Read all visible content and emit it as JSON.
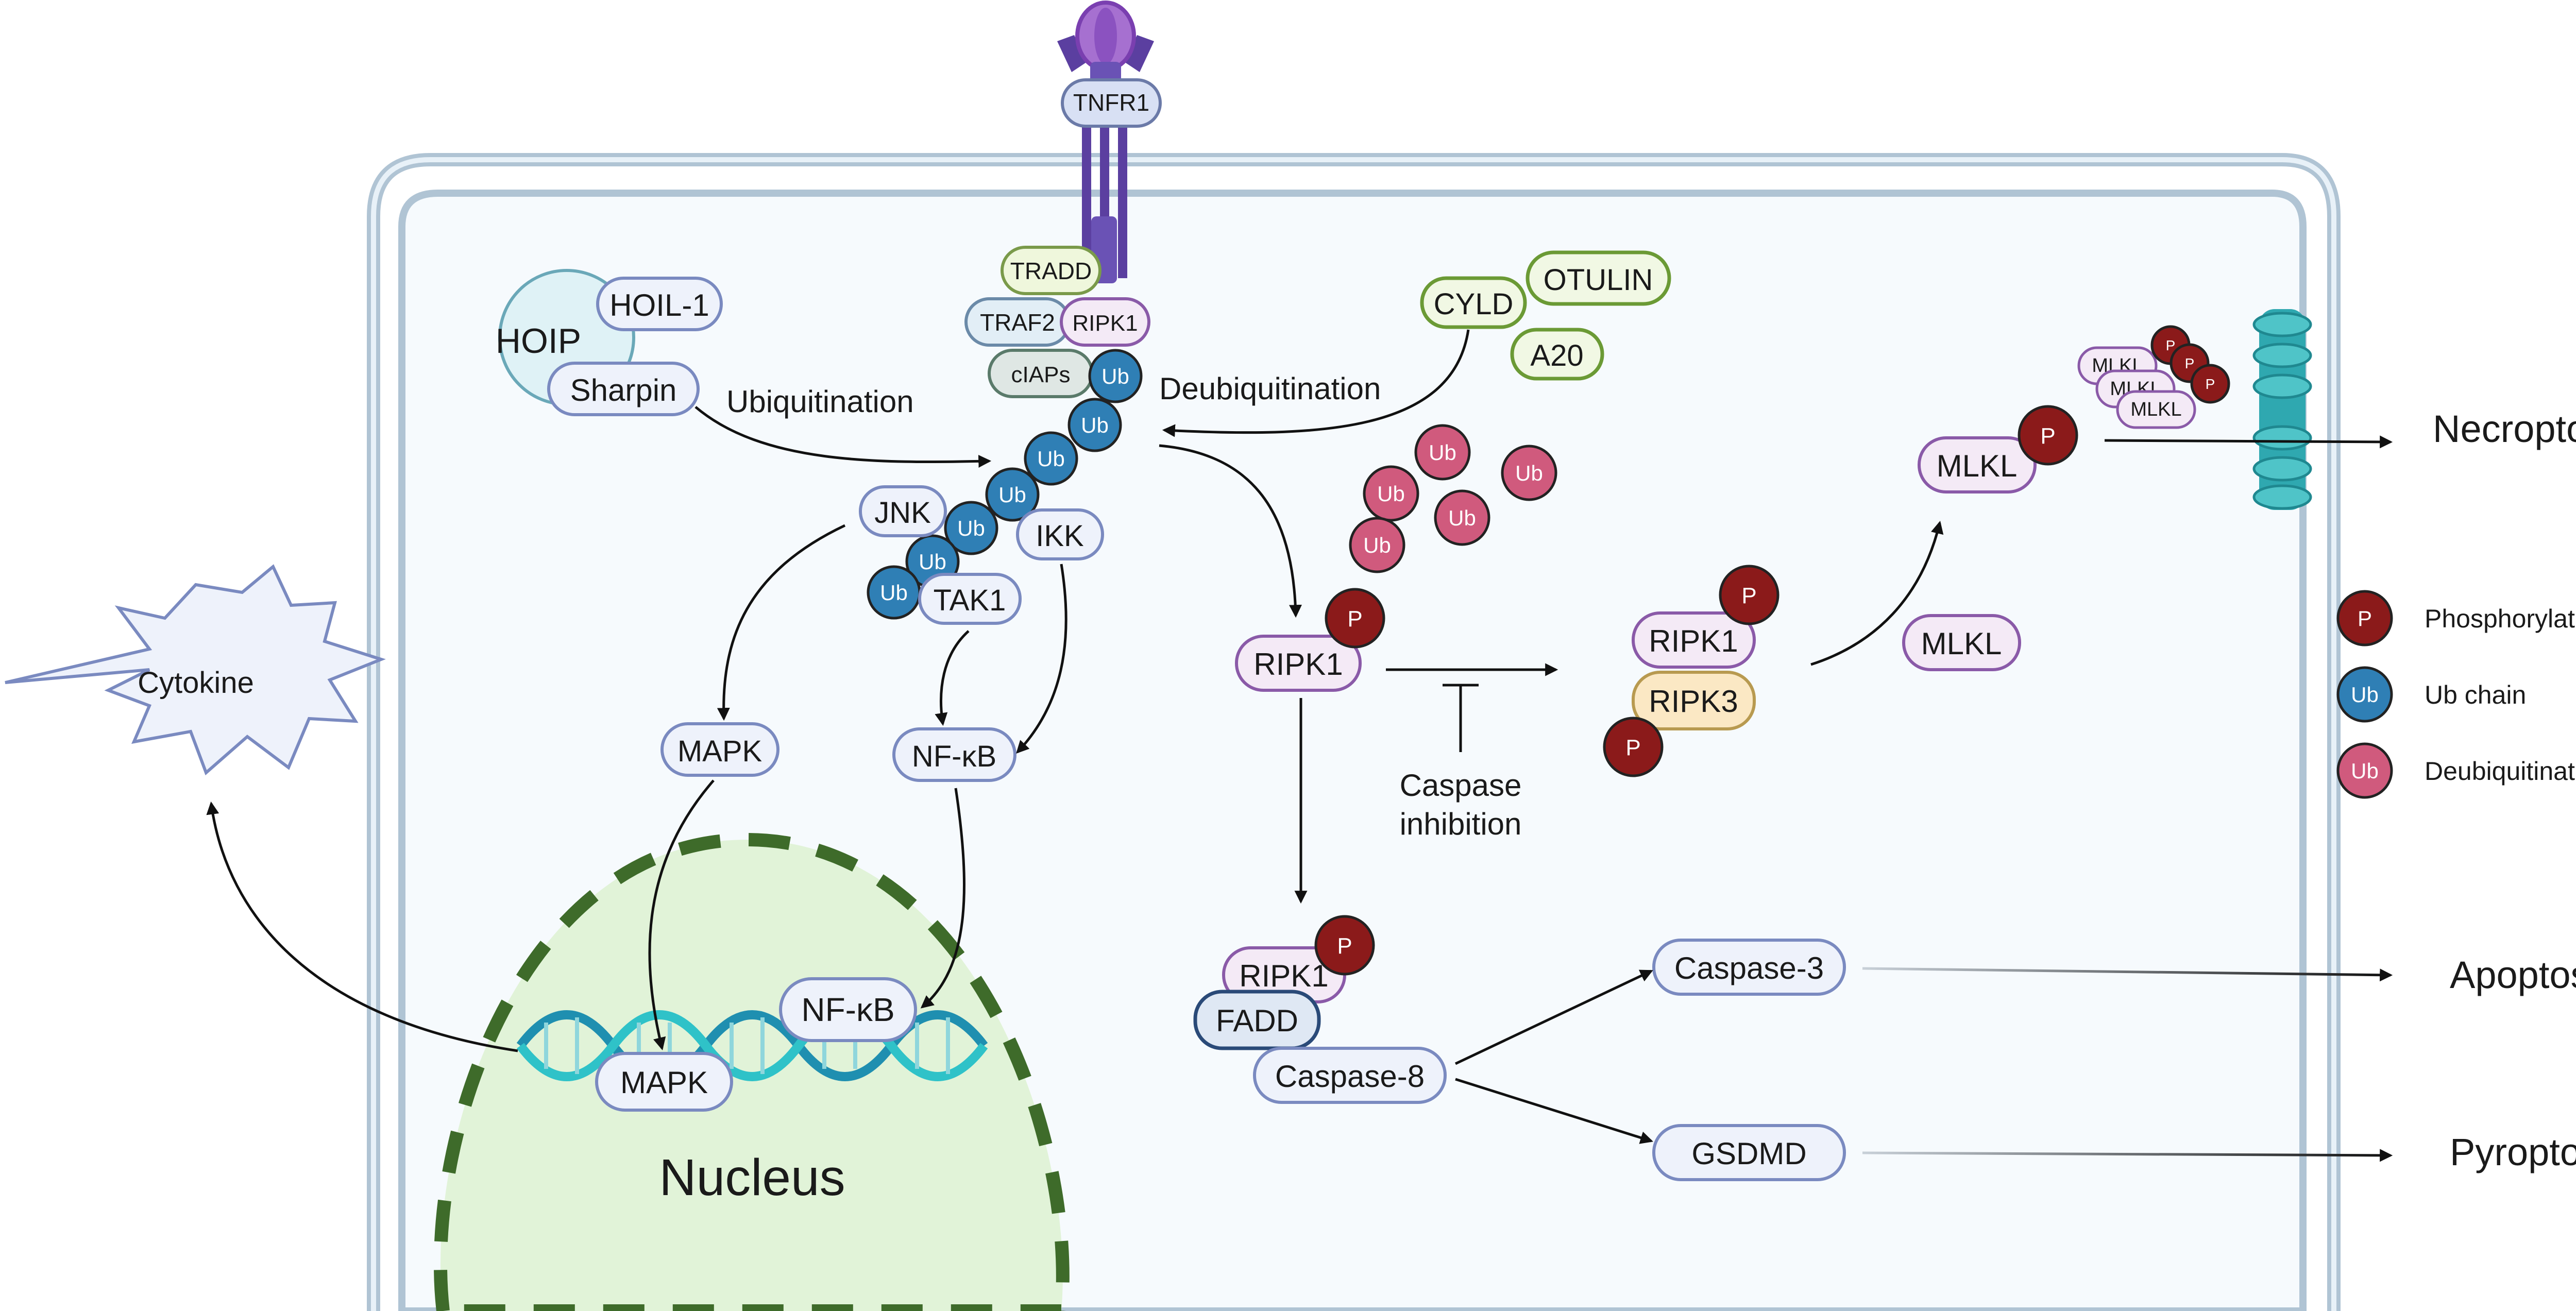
{
  "receptor": {
    "label": "TNFR1"
  },
  "complex": {
    "tradd": "TRADD",
    "traf2": "TRAF2",
    "ripk1": "RIPK1",
    "ciaps": "cIAPs"
  },
  "lubac": {
    "hoip": "HOIP",
    "hoil": "HOIL-1",
    "sharpin": "Sharpin"
  },
  "dubs": {
    "cyld": "CYLD",
    "otulin": "OTULIN",
    "a20": "A20"
  },
  "labels": {
    "ubiquitination": "Ubiquitination",
    "deubiquitination": "Deubiquitination",
    "caspase_inhibition_1": "Caspase",
    "caspase_inhibition_2": "inhibition",
    "nucleus": "Nucleus",
    "cytokine": "Cytokine"
  },
  "nodes": {
    "jnk": "JNK",
    "ikk": "IKK",
    "tak1": "TAK1",
    "mapk": "MAPK",
    "nfkb": "NF-κB",
    "mapk_nuc": "MAPK",
    "nfkb_nuc": "NF-κB",
    "ripk1_p": "RIPK1",
    "ripk1_nec": "RIPK1",
    "ripk3": "RIPK3",
    "mlkl": "MLKL",
    "mlkl_p": "MLKL",
    "mlkl_olig": [
      "MLKL",
      "MLKL",
      "MLKL"
    ],
    "ripk1_apo": "RIPK1",
    "fadd": "FADD",
    "caspase8": "Caspase-8",
    "caspase3": "Caspase-3",
    "gsdmd": "GSDMD"
  },
  "outcomes": {
    "necroptosis": "Necroptosis",
    "apoptosis": "Apoptosis",
    "pyroptosis": "Pyroptosis"
  },
  "badges": {
    "p": "P",
    "ub": "Ub"
  },
  "legend": [
    {
      "badge": "P",
      "label": "Phosphorylation",
      "color": "#8b1a1a"
    },
    {
      "badge": "Ub",
      "label": "Ub chain",
      "color": "#2f7fb5"
    },
    {
      "badge": "Ub",
      "label": "Deubiquitinated Ub",
      "color": "#d05a7d"
    }
  ],
  "colors": {
    "phospho": "#8b1a1a",
    "ub_chain": "#2f7fb5",
    "deub": "#d05a7d",
    "membrane": "#b0c4d4",
    "nucleus_fill": "#e1f3d8",
    "nucleus_border": "#3e6b2a",
    "dub_fill": "#f1f8e4",
    "dub_border": "#6b9a35",
    "ripk3_fill": "#fbe8c4",
    "receptor": "#5b3fa0"
  }
}
